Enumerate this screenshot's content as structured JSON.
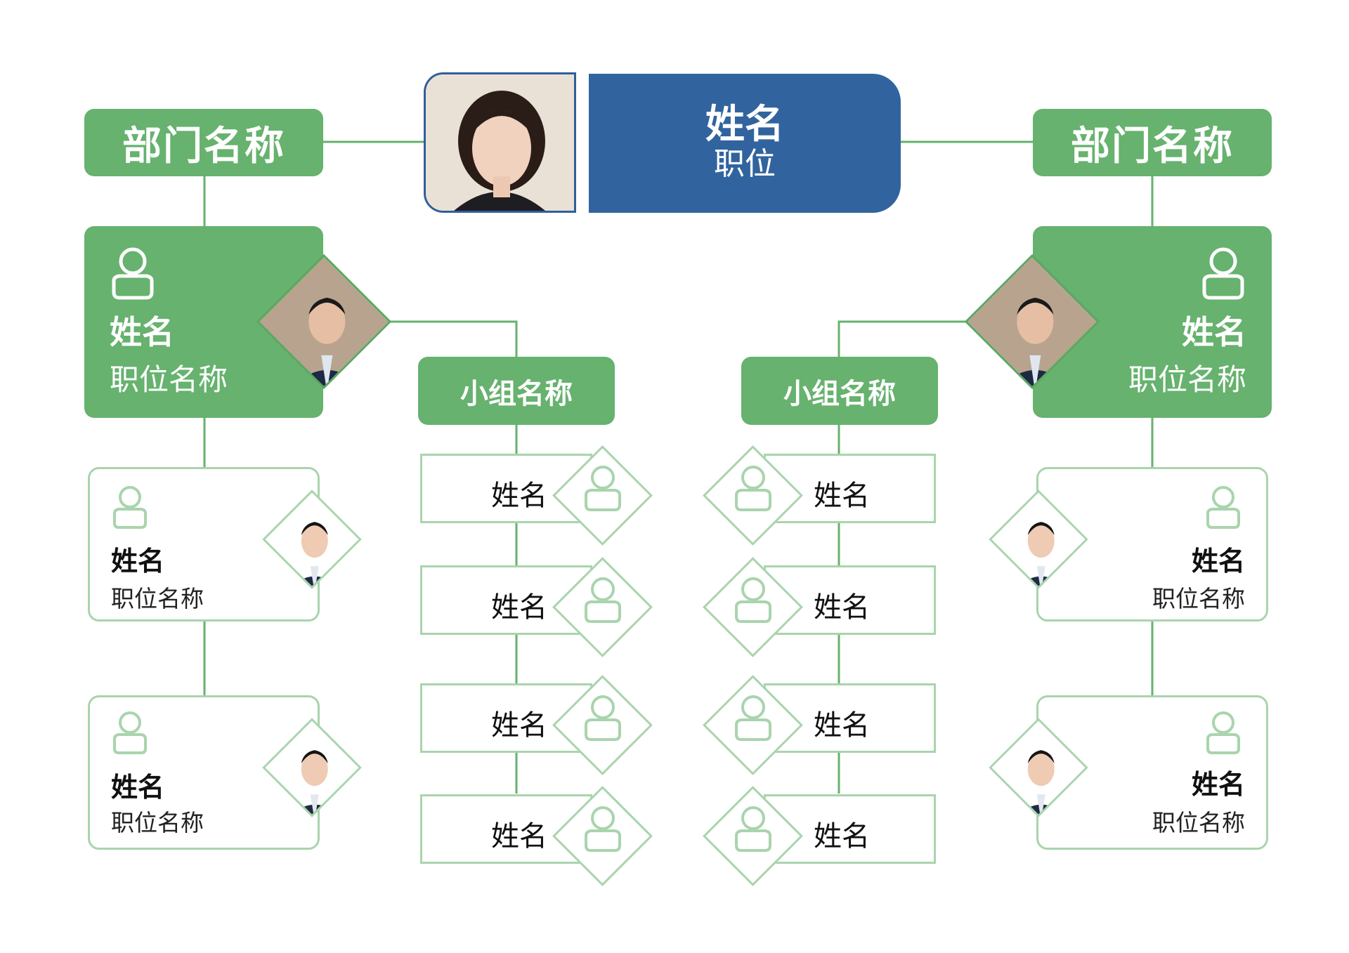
{
  "colors": {
    "green": "#66b26e",
    "light_green": "#a9d4ad",
    "blue": "#31649e"
  },
  "ceo": {
    "name": "姓名",
    "role": "职位"
  },
  "departments": [
    {
      "title": "部门名称"
    },
    {
      "title": "部门名称"
    }
  ],
  "managers": [
    {
      "name": "姓名",
      "role": "职位名称"
    },
    {
      "name": "姓名",
      "role": "职位名称"
    }
  ],
  "left_cards": [
    {
      "name": "姓名",
      "role": "职位名称"
    },
    {
      "name": "姓名",
      "role": "职位名称"
    }
  ],
  "right_cards": [
    {
      "name": "姓名",
      "role": "职位名称"
    },
    {
      "name": "姓名",
      "role": "职位名称"
    }
  ],
  "groups": [
    {
      "title": "小组名称"
    },
    {
      "title": "小组名称"
    }
  ],
  "group_left_members": [
    "姓名",
    "姓名",
    "姓名",
    "姓名"
  ],
  "group_right_members": [
    "姓名",
    "姓名",
    "姓名",
    "姓名"
  ],
  "icons": {
    "person": "person-outline-icon",
    "photo": "portrait-photo"
  }
}
